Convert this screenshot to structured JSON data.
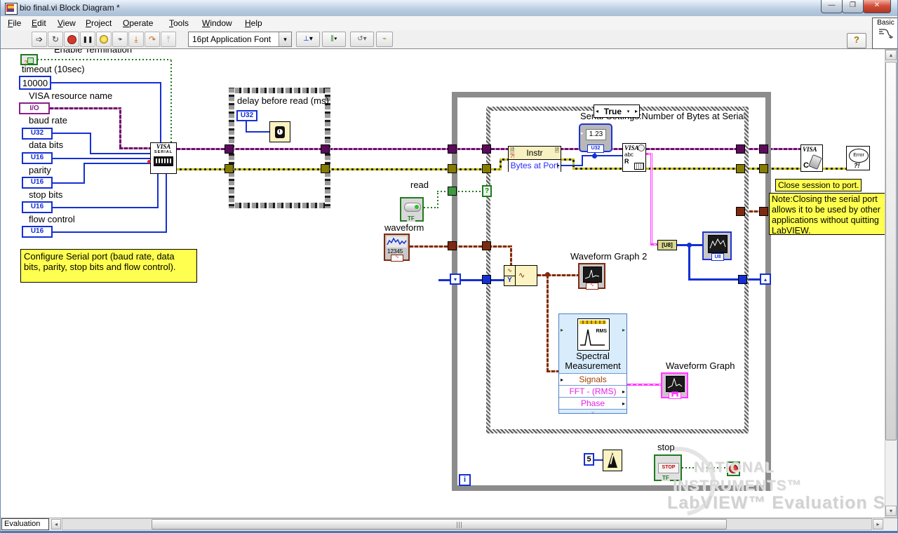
{
  "window": {
    "title": "bio final.vi Block Diagram *"
  },
  "menu": {
    "items": [
      "File",
      "Edit",
      "View",
      "Project",
      "Operate",
      "Tools",
      "Window",
      "Help"
    ]
  },
  "toolbar": {
    "font_selector": "16pt Application Font",
    "help_label": "?",
    "palette_label": "Basic",
    "pause_glyph": "❚❚"
  },
  "glyphs": {
    "dropdown": "▾",
    "left": "◂",
    "right": "▸",
    "up": "▴",
    "down": "▾",
    "chevron": "⌄",
    "grip": "≡",
    "minimize": "—",
    "restore": "❐",
    "close": "✕",
    "run_arrow": "➩",
    "run_cont": "↻",
    "step_into": "⤓",
    "step_over": "↷",
    "step_out": "⤒",
    "retain": "▫▸",
    "reorder": "↺▾",
    "cleanup": "⌁"
  },
  "diagram": {
    "enable_termination": {
      "label": "Enable Termination",
      "q": "?"
    },
    "timeout": {
      "label": "timeout (10sec)",
      "value": "10000"
    },
    "visa_resource": {
      "label": "VISA resource name",
      "type": "I/O"
    },
    "baud_rate": {
      "label": "baud rate",
      "type": "U32"
    },
    "data_bits": {
      "label": "data bits",
      "type": "U16"
    },
    "parity": {
      "label": "parity",
      "type": "U16"
    },
    "stop_bits": {
      "label": "stop bits",
      "type": "U16"
    },
    "flow_control": {
      "label": "flow control",
      "type": "U16"
    },
    "comment_configure": "Configure Serial port (baud rate, data bits, parity, stop bits and flow control).",
    "visa_serial": {
      "l1": "VISA",
      "l2": "SERIAL"
    },
    "sequence": {
      "label": "delay before read (ms)",
      "type": "U32"
    },
    "read": {
      "label": "read",
      "tf": "TF"
    },
    "waveform": {
      "label": "waveform",
      "digits": "12345"
    },
    "while_loop": {
      "iteration": "i"
    },
    "case": {
      "selector": "True",
      "q": "?",
      "node_label": "Serial Settings:Number of Bytes at Serial P"
    },
    "property_node": {
      "class": "Instr",
      "property": "Bytes at Port"
    },
    "bytes_indicator": {
      "value": "1.23",
      "type": "U32"
    },
    "visa_read": {
      "l1": "VISA",
      "l2": "abc",
      "l3": "R"
    },
    "byte_array": {
      "label": "[U8]"
    },
    "u8_graph": {
      "tag": "U8"
    },
    "build_waveform": {
      "y": "Y",
      "wave": "∿"
    },
    "waveform_graph2_label": "Waveform Graph 2",
    "spectral": {
      "t1": "Spectral",
      "t2": "Measurement",
      "icon_text": "RMS",
      "rows": [
        "Signals",
        "FFT - (RMS)",
        "Phase"
      ]
    },
    "waveform_graph_label": "Waveform Graph",
    "wait": {
      "value": "5"
    },
    "stop": {
      "label": "stop",
      "btn": "STOP",
      "tf": "TF"
    },
    "close_session_label": "Close session to port.",
    "note_label": "Note:Closing the serial port allows it to be used by other applications without quitting LabVIEW.",
    "visa_close": {
      "l1": "VISA",
      "l2": "C"
    },
    "error_out": {
      "l1": "Error",
      "l2": "?!"
    },
    "watermark": {
      "l1": "NATIONAL",
      "l2": "INSTRUMENTS™",
      "l3": "LabVIEW™ Evaluation Software"
    }
  },
  "statusbar": {
    "tab": "Evaluation"
  }
}
